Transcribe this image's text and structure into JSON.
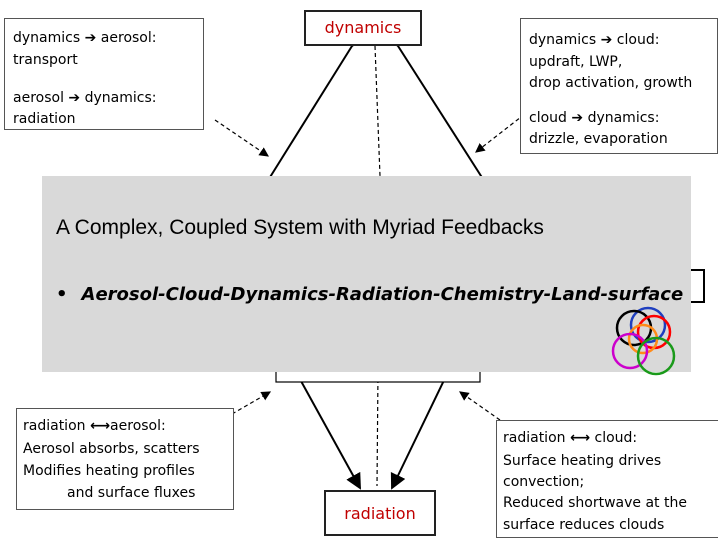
{
  "nodes": {
    "dynamics": "dynamics",
    "radiation": "radiation"
  },
  "boxes": {
    "top_left": {
      "line1_a": "dynamics",
      "line1_b": "aerosol:",
      "line2": "transport",
      "line3_a": "aerosol",
      "line3_b": "dynamics:",
      "line4": "radiation"
    },
    "top_right": {
      "line1_a": "dynamics",
      "line1_b": "cloud:",
      "line2": "updraft, LWP,",
      "line3": "drop activation, growth",
      "line4_a": "cloud",
      "line4_b": "dynamics:",
      "line5": "drizzle, evaporation"
    },
    "bottom_left": {
      "line1_a": "radiation",
      "line1_b": "aerosol:",
      "line2": "Aerosol absorbs, scatters",
      "line3": "Modifies heating profiles",
      "line4": "and surface fluxes"
    },
    "bottom_right": {
      "line1_a": "radiation",
      "line1_b": "cloud:",
      "line2": "Surface heating drives",
      "line3": "convection;",
      "line4": "Reduced shortwave at the",
      "line5": "surface reduces clouds"
    }
  },
  "arrows": {
    "right": "➔",
    "both": "⟷"
  },
  "banner": {
    "title": "A  Complex, Coupled  System with Myriad Feedbacks",
    "bullet": "•",
    "bullet_text": "Aerosol-Cloud-Dynamics-Radiation-Chemistry-Land-surface"
  },
  "rings_colors": [
    "#1f3fbf",
    "#000000",
    "#ff0000",
    "#ff8c1a",
    "#cc00cc",
    "#1a9a1a"
  ]
}
